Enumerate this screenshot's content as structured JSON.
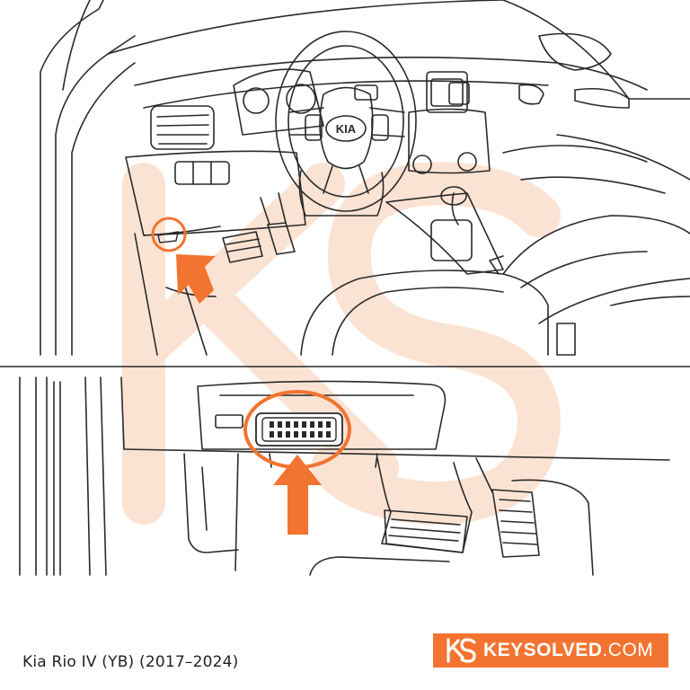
{
  "diagram": {
    "caption": "Kia Rio IV (YB) (2017–2024)",
    "steering_wheel_badge": "KIA",
    "brand": {
      "name": "KEYSOLVED",
      "tld": ".COM"
    },
    "colors": {
      "accent": "#f27430",
      "watermark": "#fbe3d3",
      "line": "#2a2a2a",
      "background": "#ffffff"
    },
    "icons": [
      "arrow-up-icon",
      "arrow-diagonal-icon",
      "obd-port-icon",
      "keysolved-logo-icon"
    ]
  }
}
